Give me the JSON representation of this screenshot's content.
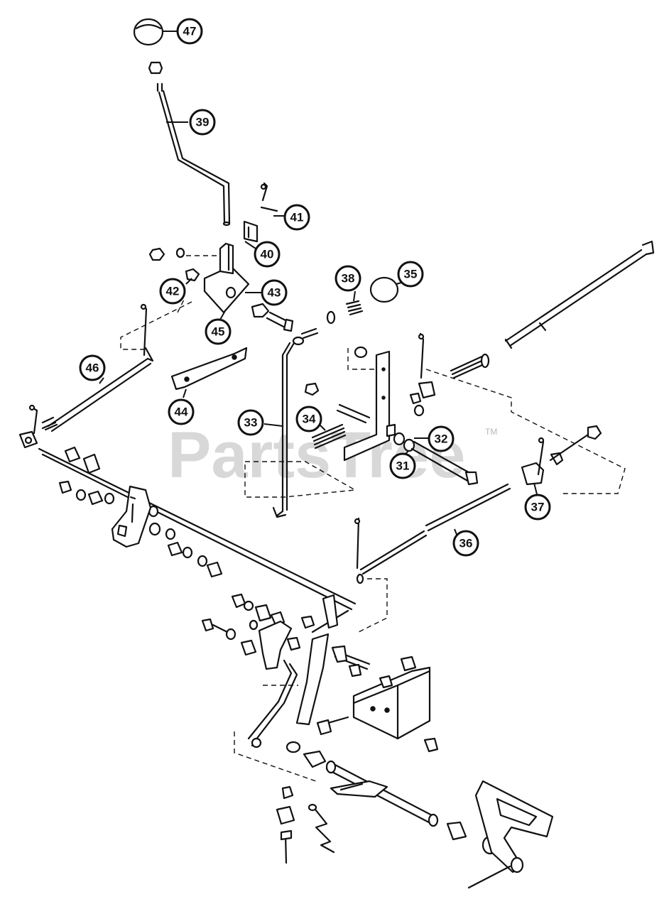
{
  "watermark": {
    "text": "PartsTree",
    "tm": "TM"
  },
  "callouts": [
    {
      "label": "47",
      "part": "shift-knob"
    },
    {
      "label": "39",
      "part": "shift-lever"
    },
    {
      "label": "41",
      "part": "clevis-pin"
    },
    {
      "label": "40",
      "part": "lever-bracket"
    },
    {
      "label": "42",
      "part": "spacer"
    },
    {
      "label": "43",
      "part": "bushing"
    },
    {
      "label": "45",
      "part": "lever-plate"
    },
    {
      "label": "38",
      "part": "spring"
    },
    {
      "label": "35",
      "part": "washer-disc"
    },
    {
      "label": "46",
      "part": "control-rod"
    },
    {
      "label": "44",
      "part": "link-strap"
    },
    {
      "label": "33",
      "part": "lever-rod"
    },
    {
      "label": "34",
      "part": "spring"
    },
    {
      "label": "32",
      "part": "washer"
    },
    {
      "label": "31",
      "part": "bushing"
    },
    {
      "label": "37",
      "part": "swivel"
    },
    {
      "label": "36",
      "part": "adjusting-rod"
    }
  ]
}
